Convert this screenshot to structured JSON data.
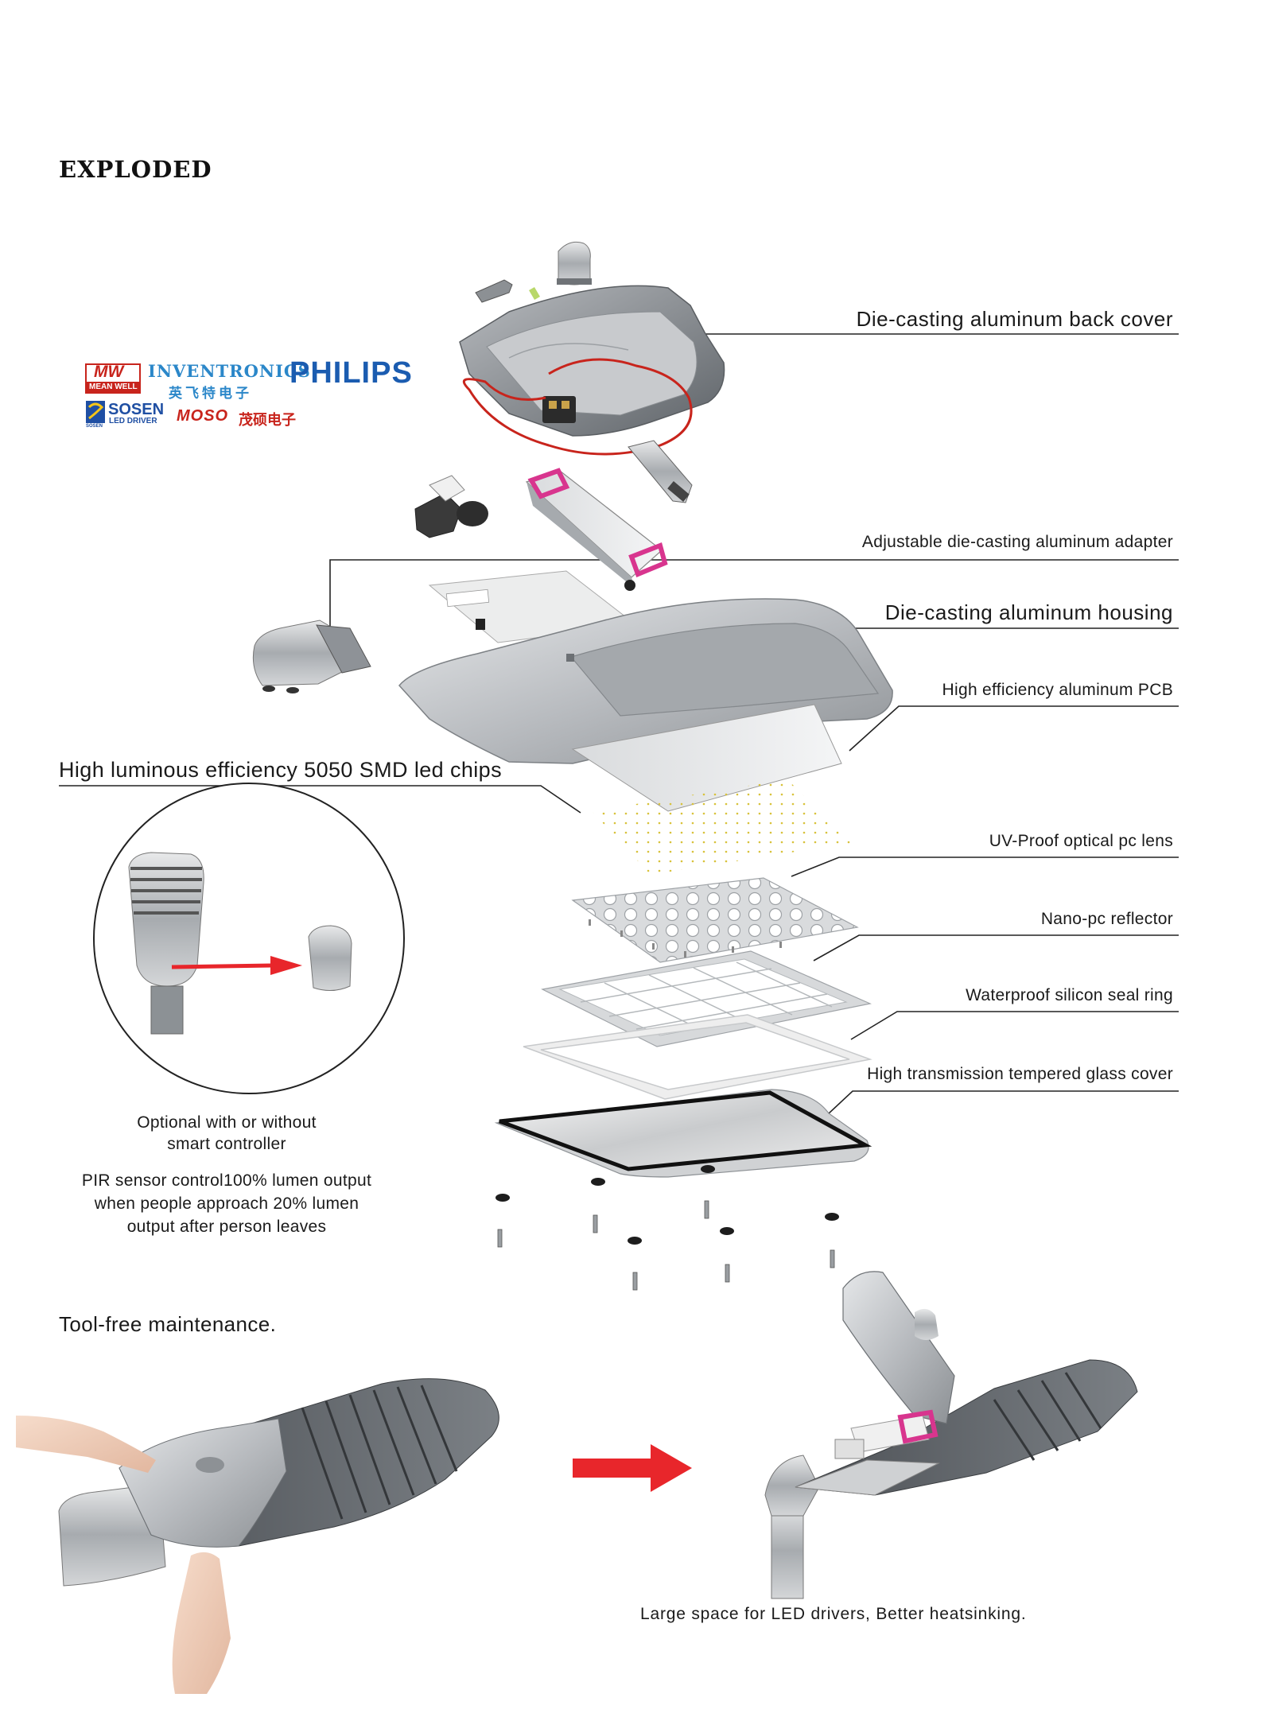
{
  "title": "EXPLODED",
  "brands": {
    "meanwell_mark": "MW",
    "meanwell_name": "MEAN WELL",
    "inventronics": "INVENTRONICS",
    "inventronics_cn": "英飞特电子",
    "philips": "PHILIPS",
    "sosen": "SOSEN",
    "sosen_sub": "LED DRIVER",
    "sosen_tag": "SOSEN",
    "moso": "MOSO",
    "moso_cn": "茂硕电子"
  },
  "callouts": {
    "back_cover": "Die-casting aluminum back cover",
    "adapter": "Adjustable die-casting aluminum adapter",
    "housing": "Die-casting aluminum housing",
    "pcb": "High efficiency aluminum PCB",
    "led_chips": "High luminous efficiency 5050 SMD led chips",
    "lens": "UV-Proof optical pc lens",
    "reflector": "Nano-pc reflector",
    "seal_ring": "Waterproof silicon seal ring",
    "glass_cover": "High transmission tempered glass cover"
  },
  "controller_note": {
    "line1": "Optional with or without",
    "line2": "smart controller",
    "pir1": "PIR sensor control100% lumen output",
    "pir2": "when people approach 20% lumen",
    "pir3": "output after person leaves"
  },
  "maintenance": "Tool-free maintenance.",
  "bottom_note": "Large space for LED drivers, Better heatsinking.",
  "colors": {
    "accent_red": "#e8262b",
    "driver_pink": "#d8358e",
    "housing_gray": "#a9acaf",
    "text": "#1a1a1a"
  }
}
